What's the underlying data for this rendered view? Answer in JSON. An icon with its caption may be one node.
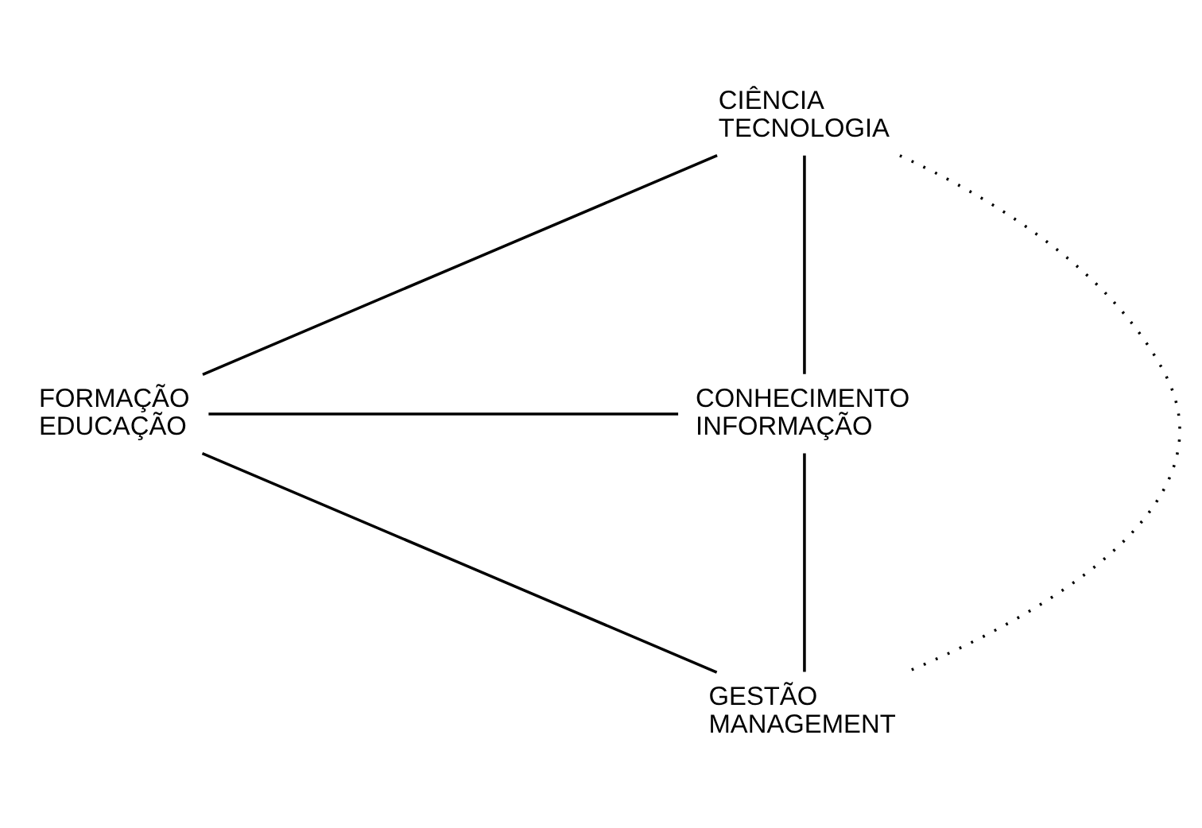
{
  "diagram": {
    "nodes": [
      {
        "text": [
          "CIÊNCIA",
          "TECNOLOGIA"
        ]
      },
      {
        "text": [
          "FORMAÇÃO",
          "EDUCAÇÃO"
        ]
      },
      {
        "text": [
          "CONHECIMENTO",
          "INFORMAÇÃO"
        ]
      },
      {
        "text": [
          "GESTÃO",
          "MANAGEMENT"
        ]
      }
    ],
    "edges": [
      {
        "from": 0,
        "to": 1,
        "arrow": "none"
      },
      {
        "from": 0,
        "to": 2,
        "arrow": "none"
      },
      {
        "from": 1,
        "to": 2,
        "arrow": "none"
      },
      {
        "from": 1,
        "to": 3,
        "arrow": "none"
      },
      {
        "from": 2,
        "to": 3,
        "arrow": "none"
      },
      {
        "from": 0,
        "to": 3,
        "arrow": "none",
        "style": "dashed"
      }
    ]
  }
}
